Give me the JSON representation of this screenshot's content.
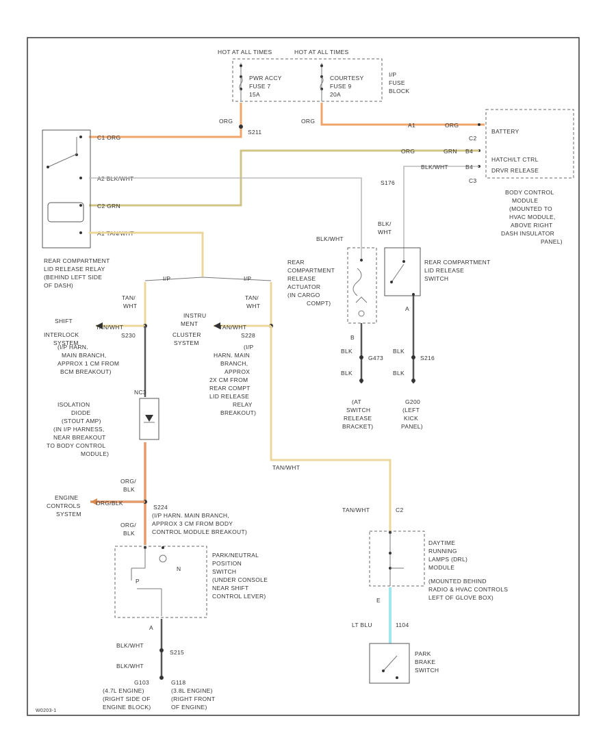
{
  "power": {
    "hot1": "HOT AT ALL TIMES",
    "hot2": "HOT AT ALL TIMES",
    "fuse1": [
      "PWR ACCY",
      "FUSE 7",
      "15A"
    ],
    "fuse2": [
      "COURTESY",
      "FUSE 9",
      "20A"
    ],
    "fuse_block": [
      "I/P",
      "FUSE",
      "BLOCK"
    ]
  },
  "bcm": {
    "battery": "BATTERY",
    "c2": "C2",
    "c3": "C3",
    "hatch1": "HATCH/LT CTRL",
    "hatch2": "DRVR RELEASE",
    "pin_a1": "A1",
    "pin_b4": "B4",
    "pin_b4b": "B4",
    "desc": [
      "BODY CONTROL",
      "MODULE",
      "(MOUNTED TO",
      "HVAC MODULE,",
      "ABOVE RIGHT",
      "DASH INSULATOR",
      "PANEL)"
    ]
  },
  "relay": {
    "c1": "C1  ORG",
    "a2": "A2  BLK/WHT",
    "c2": "C2  GRN",
    "a1": "A1  TAN/WHT",
    "desc": [
      "REAR COMPARTMENT",
      "LID RELEASE RELAY",
      "(BEHIND LEFT SIDE",
      "OF DASH)"
    ]
  },
  "labels": {
    "org1": "ORG",
    "org2": "ORG",
    "org3": "ORG",
    "s211": "S211",
    "b1_org": "ORG",
    "grn1": "GRN",
    "blkwht1": "BLK/WHT",
    "s176": "S176",
    "blkwht2": "BLK/WHT",
    "blk_wht3": [
      "BLK/",
      "WHT"
    ],
    "ip1": "I/P",
    "ip2": "I/P",
    "tanwht_a": [
      "TAN/",
      "WHT"
    ],
    "tanwht_b": [
      "TAN/",
      "WHT"
    ],
    "shift": [
      "SHIFT",
      "INTERLOCK",
      "SYSTEM"
    ],
    "instr": [
      "INSTRU",
      "MENT",
      "CLUSTER",
      "SYSTEM"
    ],
    "tanwht_c": "TAN/WHT",
    "tanwht_d": "TAN/WHT",
    "s230": [
      "S230",
      "(I/P HARN.",
      "MAIN BRANCH,",
      "APPROX 1 CM FROM",
      "BCM BREAKOUT)"
    ],
    "s228": [
      "S228",
      "(I/P",
      "HARN. MAIN",
      "BRANCH,",
      "APPROX",
      "2X CM FROM",
      "REAR COMPT",
      "LID RELEASE",
      "RELAY",
      "BREAKOUT)"
    ],
    "actuator": [
      "REAR",
      "COMPARTMENT",
      "RELEASE",
      "ACTUATOR",
      "(IN CARGO",
      "COMPT)"
    ],
    "switch": [
      "REAR COMPARTMENT",
      "LID RELEASE",
      "SWITCH"
    ],
    "b": "B",
    "a": "A",
    "blk1": "BLK",
    "blk2": "BLK",
    "blk3": "BLK",
    "blk4": "BLK",
    "g473": "G473",
    "s216": "S216",
    "g473desc": [
      "(AT",
      "SWITCH",
      "RELEASE",
      "BRACKET)"
    ],
    "g200desc": [
      "G200",
      "(LEFT",
      "KICK",
      "PANEL)"
    ],
    "isolation": [
      "ISOLATION",
      "DIODE",
      "(STOUT AMP)",
      "(IN I/P HARNESS,",
      "NEAR BREAKOUT",
      "TO BODY CONTROL",
      "MODULE)"
    ],
    "nc3": "NC3",
    "orgblk": [
      "ORG/",
      "BLK"
    ],
    "orgblk2": [
      "ORG/",
      "BLK"
    ],
    "engine_ctrl": [
      "ENGINE",
      "CONTROLS",
      "SYSTEM"
    ],
    "orgblk_arrow": "ORG/BLK",
    "s224": [
      "S224",
      "(I/P HARN. MAIN BRANCH,",
      "APPROX 3 CM FROM BODY",
      "CONTROL MODULE BREAKOUT)"
    ],
    "pnp": [
      "PARK/NEUTRAL",
      "POSITION",
      "SWITCH",
      "(UNDER CONSOLE",
      "NEAR SHIFT",
      "CONTROL LEVER)"
    ],
    "blkwht_bot1": "BLK/WHT",
    "blkwht_bot2": "BLK/WHT",
    "s215": "S215",
    "g103": [
      "G103",
      "(4.7L ENGINE)",
      "(RIGHT SIDE OF",
      "ENGINE BLOCK)"
    ],
    "g118": [
      "G118",
      "(3.8L ENGINE)",
      "(RIGHT FRONT",
      "OF ENGINE)"
    ],
    "c2_drl": "C2",
    "drl": [
      "DAYTIME",
      "RUNNING",
      "LAMPS (DRL)",
      "MODULE",
      "(MOUNTED BEHIND",
      "RADIO & HVAC CONTROLS",
      "LEFT OF GLOVE BOX)"
    ],
    "ltblu": "LT BLU",
    "s1104": "1104",
    "e": "E",
    "park": [
      "PARK",
      "BRAKE",
      "SWITCH"
    ],
    "footer": "W0203-1"
  }
}
